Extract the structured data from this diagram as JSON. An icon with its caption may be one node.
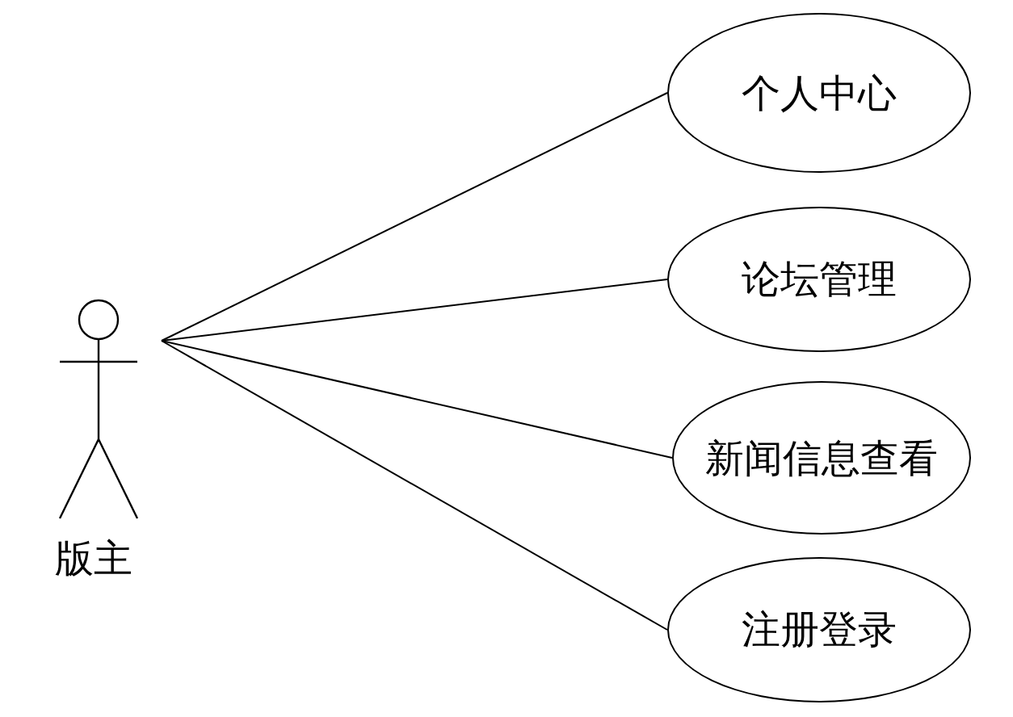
{
  "diagram": {
    "nodes": [
      {
        "text": [
          "版主"
        ]
      },
      {
        "text": [
          "个人中心"
        ]
      },
      {
        "text": [
          "论坛管理"
        ]
      },
      {
        "text": [
          "新闻信息查看"
        ]
      },
      {
        "text": [
          "注册登录"
        ]
      }
    ],
    "edges": [
      {
        "from": 0,
        "to": 1,
        "arrow": "none"
      },
      {
        "from": 0,
        "to": 2,
        "arrow": "none"
      },
      {
        "from": 0,
        "to": 3,
        "arrow": "none"
      },
      {
        "from": 0,
        "to": 4,
        "arrow": "none"
      }
    ]
  }
}
